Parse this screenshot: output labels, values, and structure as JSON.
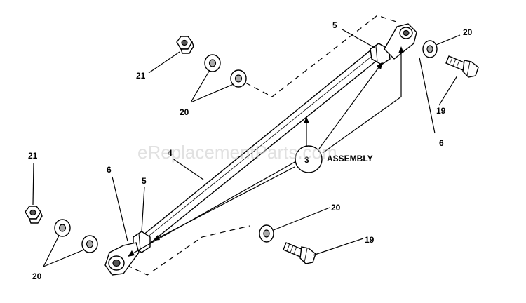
{
  "watermark": "eReplacementParts.com",
  "assembly_callout": {
    "number": "3",
    "text": "ASSEMBLY"
  },
  "labels": {
    "rod": "4",
    "rod_end_upper": "5",
    "rod_end_lower": "5",
    "eye_upper": "6",
    "eye_lower": "6",
    "nut_upper": "21",
    "nut_lower": "21",
    "washers_upper_left": "20",
    "washers_lower_left": "20",
    "washer_upper_right": "20",
    "washer_lower_right": "20",
    "bolt_upper": "19",
    "bolt_lower": "19"
  }
}
